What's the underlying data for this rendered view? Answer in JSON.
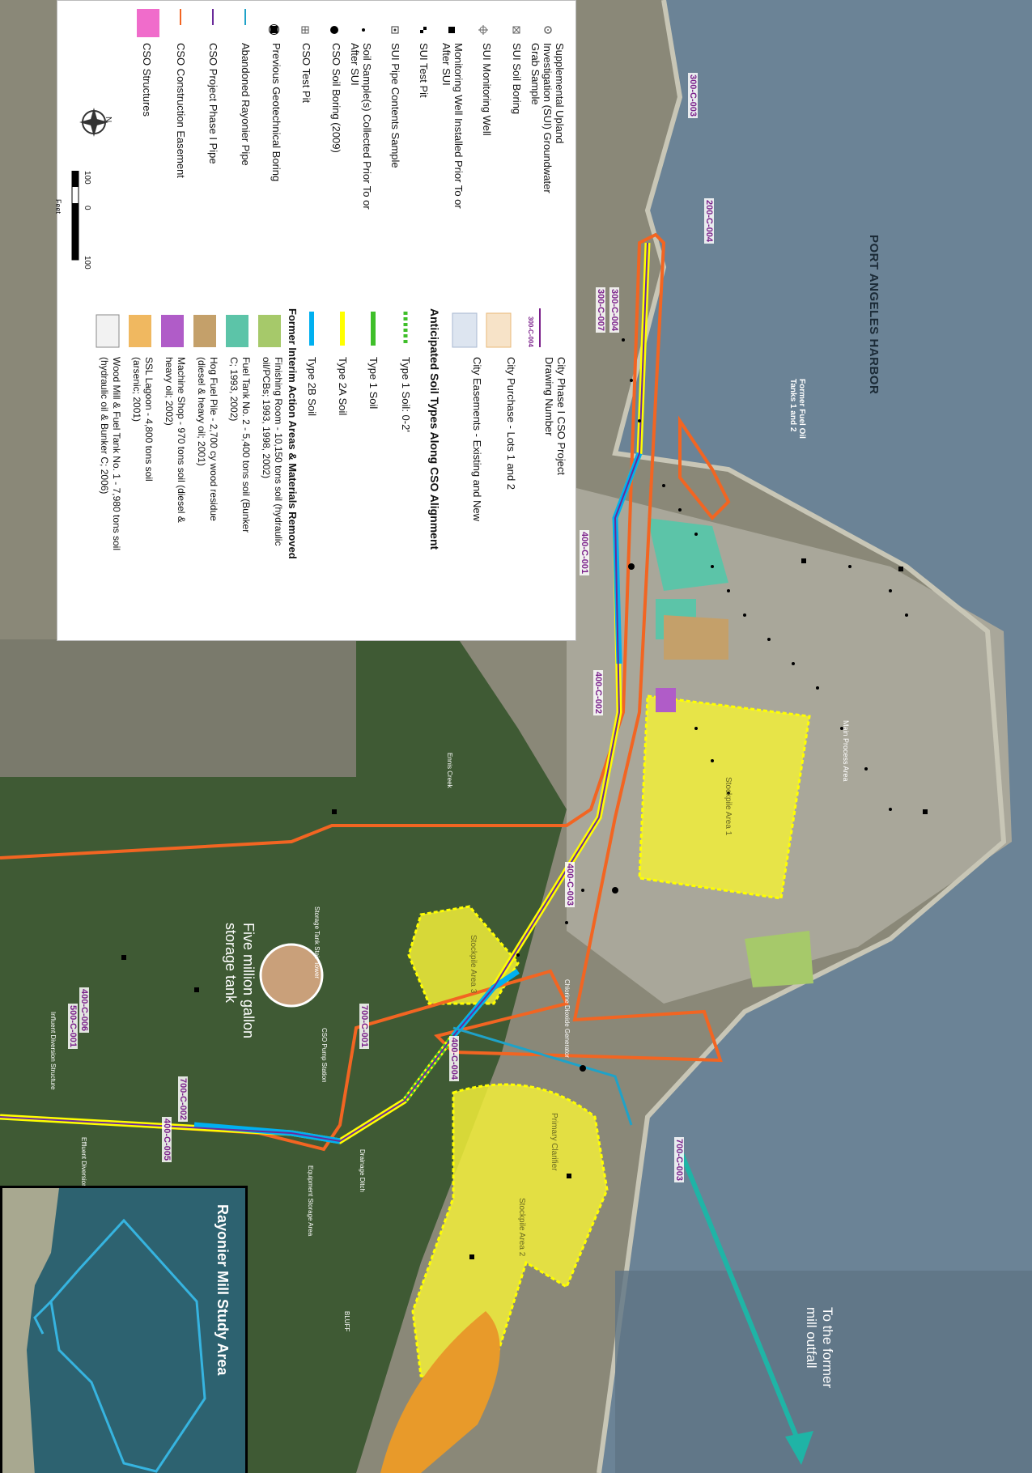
{
  "map": {
    "harbor_label": "PORT ANGELES HARBOR",
    "outfall_label": "To the former mill outfall",
    "tank_label": "Five million gallon storage tank",
    "former_fuel_label": "Former Fuel Oil Tanks 1 and 2",
    "stockpile1": "Stockpile Area 1",
    "stockpile2": "Stockpile Area 2",
    "stockpile3": "Stockpile Area 3",
    "primary_clarifier": "Primary Clarifier",
    "main_process": "Main Process Area",
    "ennis_creek": "Ennis Creek",
    "drainage_ditch": "Drainage Ditch",
    "bluff": "BLUFF",
    "equipment_storage": "Equipment Storage Area",
    "storage_tank_tower": "Storage Tank Stair Tower",
    "chlorine_generator": "Chlorine Dioxide Generator",
    "influent_diversion": "Influent Diversion Structure",
    "effluent_diversion": "Effluent Diversion Structure",
    "cso_pump_station": "CSO Pump Station",
    "drawing_numbers": [
      "300-C-003",
      "200-C-004",
      "300-C-004",
      "300-C-007",
      "400-C-001",
      "400-C-002",
      "400-C-003",
      "700-C-001",
      "400-C-004",
      "700-C-002",
      "400-C-005",
      "400-C-006",
      "500-C-001",
      "700-C-003"
    ],
    "colors": {
      "water": "#6b8396",
      "land": "#8a8878",
      "forest": "#3f5a34",
      "easement": "#f26522",
      "phase1_pipe": "#6a2a9a",
      "abandoned_pipe": "#1fa2c8",
      "type1": "#3fbf2a",
      "type2a": "#ffff00",
      "type2b": "#00b0f0",
      "stockpile": "#f2ee3a",
      "outfall_arrow": "#1fb4a6"
    }
  },
  "legend": {
    "items": [
      {
        "label": "Supplemental Upland Investigation (SUI) Groundwater Grab Sample",
        "icon": "circle-dot-icon"
      },
      {
        "label": "SUI Soil Boring",
        "icon": "boxed-x-icon"
      },
      {
        "label": "SUI Monitoring Well",
        "icon": "crosshair-icon"
      },
      {
        "label": "Monitoring Well Installed Prior To or After SUI",
        "icon": "filled-square-icon"
      },
      {
        "label": "SUI Test Pit",
        "icon": "checker-square-icon"
      },
      {
        "label": "SUI Pipe Contents Sample",
        "icon": "boxed-dot-icon"
      },
      {
        "label": "Soil Sample(s) Collected Prior To or After SUI",
        "icon": "small-dot-icon"
      },
      {
        "label": "CSO Soil Boring (2009)",
        "icon": "large-dot-icon"
      },
      {
        "label": "CSO Test Pit",
        "icon": "grid-square-icon"
      },
      {
        "label": "Previous Geotechnical Boring",
        "icon": "ringed-square-icon"
      },
      {
        "label": "Abandoned Rayonier Pipe",
        "icon": "line-icon"
      },
      {
        "label": "CSO Project Phase I Pipe",
        "icon": "line-icon"
      },
      {
        "label": "CSO Construction Easement",
        "icon": "line-icon"
      },
      {
        "label": "CSO Structures",
        "icon": "fill-icon"
      }
    ],
    "right_items": [
      {
        "label": "City Phase I CSO Project Drawing Number",
        "swatch": "drawing-number"
      },
      {
        "label": "City Purchase - Lots 1 and 2",
        "swatch": "#f7e3c8"
      },
      {
        "label": "City Easements - Existing and New",
        "swatch": "#dde5f0"
      }
    ],
    "soil_heading": "Anticipated Soil Types Along CSO Alignment",
    "soil_items": [
      {
        "label": "Type 1 Soil: 0-2'",
        "swatch": "#3fbf2a"
      },
      {
        "label": "Type 1 Soil",
        "swatch": "#3fbf2a"
      },
      {
        "label": "Type 2A Soil",
        "swatch": "#ffff00"
      },
      {
        "label": "Type 2B Soil",
        "swatch": "#00b0f0"
      }
    ],
    "interim_heading": "Former Interim Action Areas & Materials Removed",
    "interim_items": [
      {
        "label": "Finishing Room - 10,150 tons soil (hydraulic oil/PCBs; 1993, 1998, 2002)",
        "swatch": "#a6c96a"
      },
      {
        "label": "Fuel Tank No. 2 - 5,400 tons soil (Bunker C; 1993, 2002)",
        "swatch": "#5cc4a8"
      },
      {
        "label": "Hog Fuel Pile - 2,700 cy wood residue (diesel & heavy oil; 2001)",
        "swatch": "#c4a06a"
      },
      {
        "label": "Machine Shop - 970 tons soil (diesel & heavy oil; 2002)",
        "swatch": "#b05cc8"
      },
      {
        "label": "SSL Lagoon - 4,800 tons soil (arsenic; 2001)",
        "swatch": "#f0b860"
      },
      {
        "label": "Wood Mill & Fuel Tank No. 1 - 7,980 tons soil (hydraulic oil & Bunker C; 2006)",
        "swatch": "#f2f2f2"
      }
    ],
    "drawing_number_sample": "300-C-004",
    "north": "N",
    "scale_left": "100",
    "scale_mid": "0",
    "scale_right": "100",
    "scale_unit": "Feet"
  },
  "inset": {
    "title": "Rayonier Mill Study Area"
  }
}
